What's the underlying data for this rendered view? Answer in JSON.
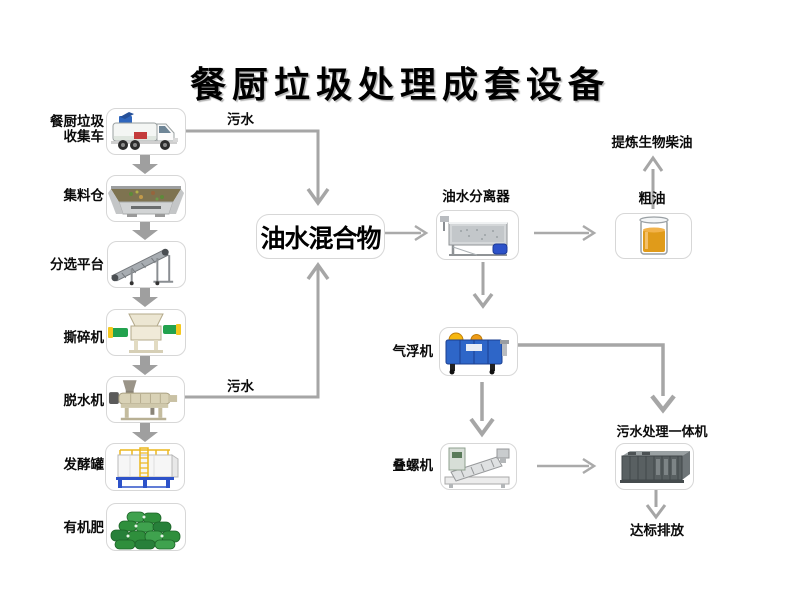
{
  "title": "餐厨垃圾处理成套设备",
  "nodes": {
    "truck": {
      "label_line1": "餐厨垃圾",
      "label_line2": "收集车"
    },
    "hopper": {
      "label": "集料仓"
    },
    "sorting": {
      "label": "分选平台"
    },
    "shredder": {
      "label": "撕碎机"
    },
    "dewater": {
      "label": "脱水机"
    },
    "fermenter": {
      "label": "发酵罐"
    },
    "fertilizer": {
      "label": "有机肥"
    },
    "mixture": {
      "label": "油水混合物"
    },
    "separator": {
      "label": "油水分离器"
    },
    "crude_oil": {
      "label": "粗油"
    },
    "biodiesel": {
      "label": "提炼生物柴油"
    },
    "flotation": {
      "label": "气浮机"
    },
    "screw_press": {
      "label": "叠螺机"
    },
    "sewage_plant": {
      "label": "污水处理一体机"
    },
    "discharge": {
      "label": "达标排放"
    }
  },
  "edges": {
    "sewage_top": "污水",
    "sewage_bottom": "污水"
  },
  "colors": {
    "arrow_gray": "#a6a6a6",
    "block_arrow_gray": "#9f9f9f",
    "box_border": "#d7d7d7",
    "oil_amber": "#e09b1a",
    "flotation_blue": "#2e66c8",
    "fermenter_blue": "#2d52c9",
    "bag_green": "#2f8f3c",
    "motor_green": "#22a24e",
    "motor_yellow": "#f4c81e"
  }
}
